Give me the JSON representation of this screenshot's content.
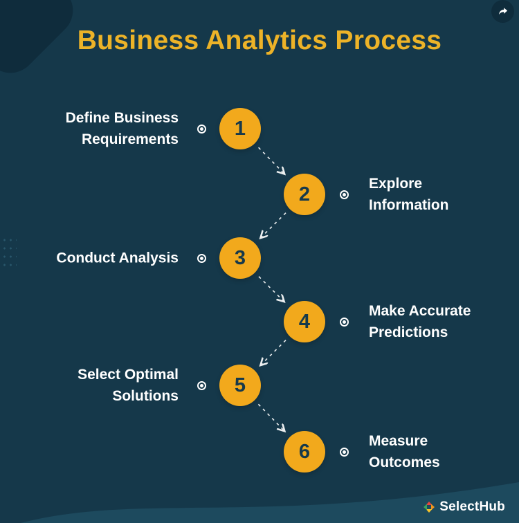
{
  "title": "Business Analytics Process",
  "steps": [
    {
      "number": "1",
      "label": "Define Business Requirements",
      "side": "left"
    },
    {
      "number": "2",
      "label": "Explore Information",
      "side": "right"
    },
    {
      "number": "3",
      "label": "Conduct Analysis",
      "side": "left"
    },
    {
      "number": "4",
      "label": "Make Accurate Predictions",
      "side": "right"
    },
    {
      "number": "5",
      "label": "Select Optimal Solutions",
      "side": "left"
    },
    {
      "number": "6",
      "label": "Measure Outcomes",
      "side": "right"
    }
  ],
  "logo": {
    "select": "Select",
    "hub": "Hub"
  },
  "icons": {
    "share": "share-arrow-icon",
    "step_marker": "target-bullet-icon",
    "logo_mark": "selecthub-pinwheel-icon"
  },
  "colors": {
    "bg": "#15384A",
    "accent": "#EDB328",
    "circle": "#F2A91C",
    "number": "#16394B",
    "wave": "#1D4A5E",
    "blob": "#0F2C3C",
    "text": "#FFFFFF",
    "logo-c1": "#E8453C",
    "logo-c2": "#F3941C",
    "logo-c3": "#F7C32A",
    "logo-c4": "#3BA55C"
  }
}
